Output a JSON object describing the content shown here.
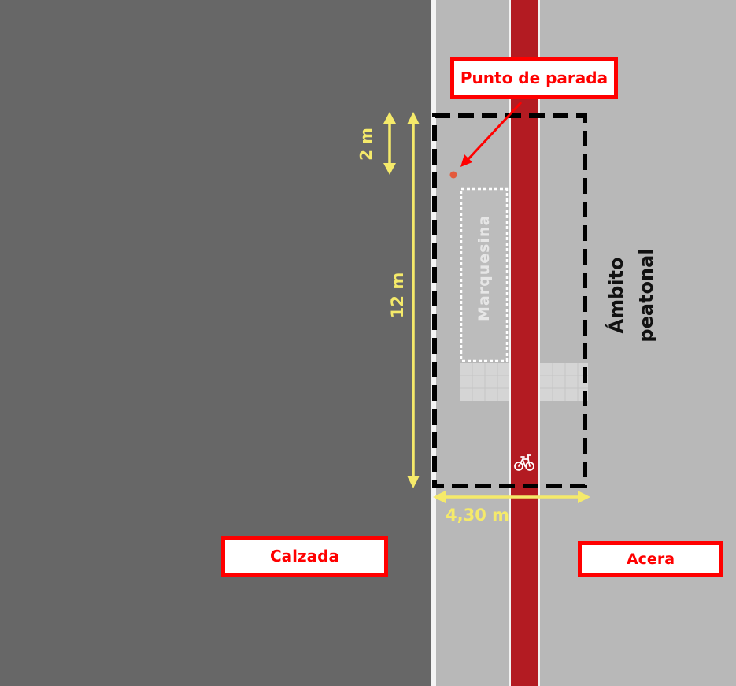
{
  "labels": {
    "stop_point": "Punto de parada",
    "shelter": "Marquesina",
    "pedestrian_zone_line1": "Ámbito",
    "pedestrian_zone_line2": "peatonal",
    "roadway": "Calzada",
    "sidewalk": "Acera"
  },
  "dimensions": {
    "stop_offset": "2 m",
    "stop_length": "12 m",
    "zone_width": "4,30 m"
  },
  "icons": {
    "bike_lane": "bicycle-icon"
  },
  "colors": {
    "roadway": "#676767",
    "sidewalk": "#b8b8b8",
    "bike_lane": "#b31b22",
    "dimension": "#f5ea6a",
    "label_border": "#ff0000",
    "stop_point": "#e35a3c"
  }
}
